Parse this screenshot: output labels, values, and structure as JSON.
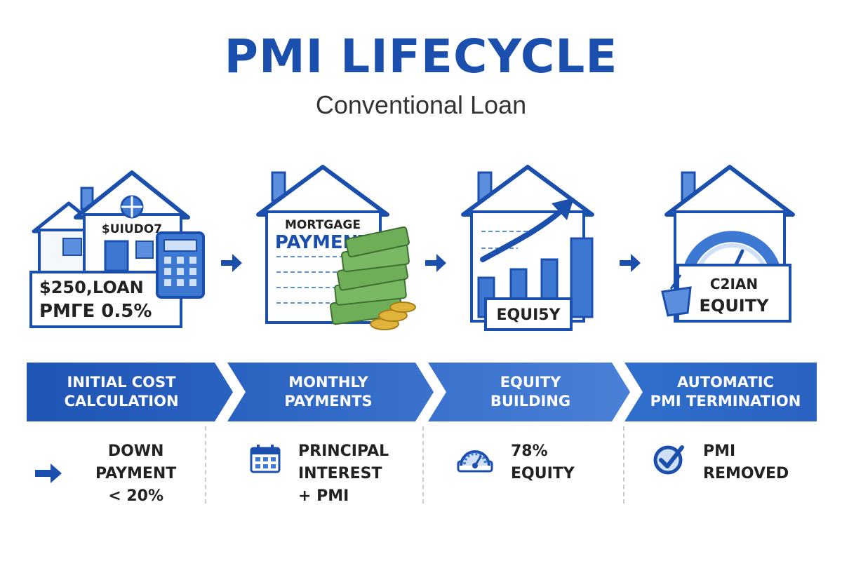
{
  "header": {
    "title": "PMI LIFECYCLE",
    "subtitle": "Conventional Loan"
  },
  "colors": {
    "primary": "#1b4fae",
    "banner_dark": "#1f55b4",
    "banner_light": "#3d79d3",
    "money_green": "#5d9b4a",
    "coin_gold": "#e0b43a"
  },
  "illustrations": [
    {
      "sign_top": "$UIUDO7",
      "sign_line1": "$250,LOAN",
      "sign_line2": "PMΓE 0.5%",
      "icon": "house-with-calculator"
    },
    {
      "sign_top": "MORTGAGE",
      "sign_line1": "PAYMENT",
      "sign_line2": "",
      "icon": "house-with-cash-stack"
    },
    {
      "sign_top": "",
      "sign_line1": "EQUI5Y",
      "sign_line2": "",
      "icon": "house-with-growth-chart"
    },
    {
      "sign_top": "",
      "sign_line1": "C2IAN",
      "sign_line2": "EQUITY",
      "icon": "house-with-gauge"
    }
  ],
  "steps": [
    {
      "label": "INITIAL COST\nCALCULATION",
      "detail": "DOWN\nPAYMENT\n< 20%",
      "icon": "arrow-right-icon"
    },
    {
      "label": "MONTHLY\nPAYMENTS",
      "detail": "PRINCIPAL\nINTEREST\n+ PMI",
      "icon": "calendar-icon"
    },
    {
      "label": "EQUITY\nBUILDING",
      "detail": "78%\nEQUITY",
      "icon": "gauge-icon"
    },
    {
      "label": "AUTOMATIC\nPMI TERMINATION",
      "detail": "PMI\nREMOVED",
      "icon": "checkmark-circle-icon"
    }
  ]
}
